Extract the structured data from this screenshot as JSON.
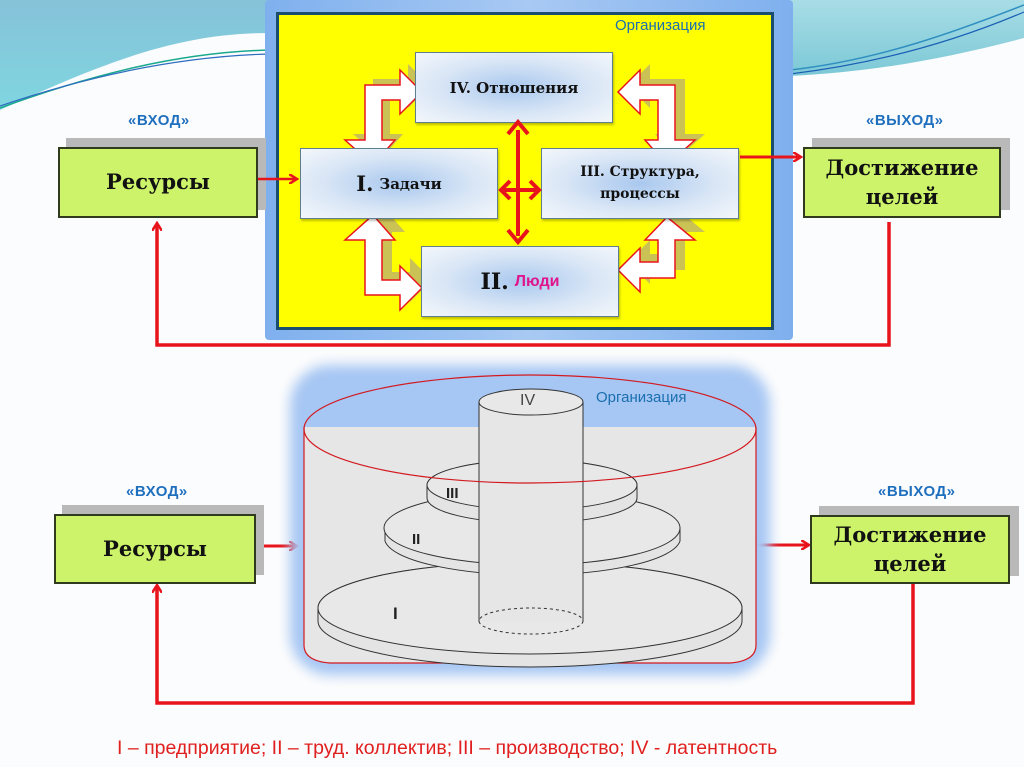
{
  "top_diagram": {
    "org_label": "Организация",
    "input_label": "«ВХОД»",
    "output_label": "«ВЫХОД»",
    "input_box": "Ресурсы",
    "output_box_line1": "Достижение",
    "output_box_line2": "целей",
    "boxes": {
      "relations": "IV. Отношения",
      "tasks_numeral": "I.",
      "tasks_text": "Задачи",
      "structure_line1": "III. Структура,",
      "structure_line2": "процессы",
      "people_numeral": "II.",
      "people_text": "Люди"
    }
  },
  "bottom_diagram": {
    "org_label": "Организация",
    "input_label": "«ВХОД»",
    "output_label": "«ВЫХОД»",
    "input_box": "Ресурсы",
    "output_box_line1": "Достижение",
    "output_box_line2": "целей",
    "levels": [
      "I",
      "II",
      "III",
      "IV"
    ]
  },
  "legend": "I – предприятие; II – труд. коллектив; III – производство; IV - латентность",
  "colors": {
    "arrow_red": "#e8141c",
    "org_yellow": "#ffff00",
    "box_green": "#ccf36a",
    "label_blue": "#1f6fbf",
    "people_magenta": "#e0148c"
  }
}
